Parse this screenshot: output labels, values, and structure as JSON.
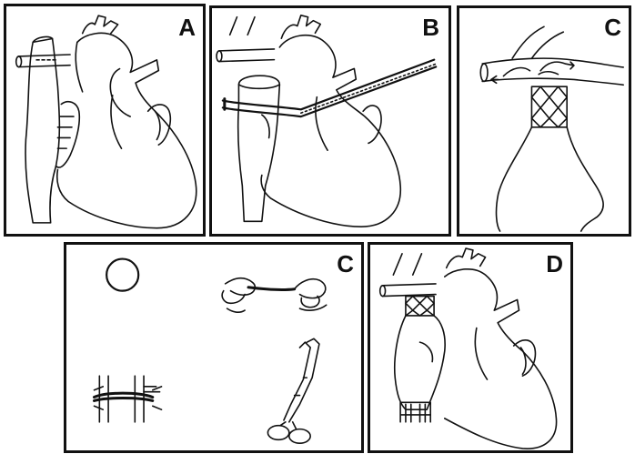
{
  "panels": [
    {
      "id": "A",
      "label": "A"
    },
    {
      "id": "B",
      "label": "B"
    },
    {
      "id": "C",
      "label": "C"
    },
    {
      "id": "C2",
      "label": "C"
    },
    {
      "id": "D",
      "label": "D"
    }
  ],
  "colors": {
    "ink": "#111111",
    "background": "#ffffff"
  }
}
